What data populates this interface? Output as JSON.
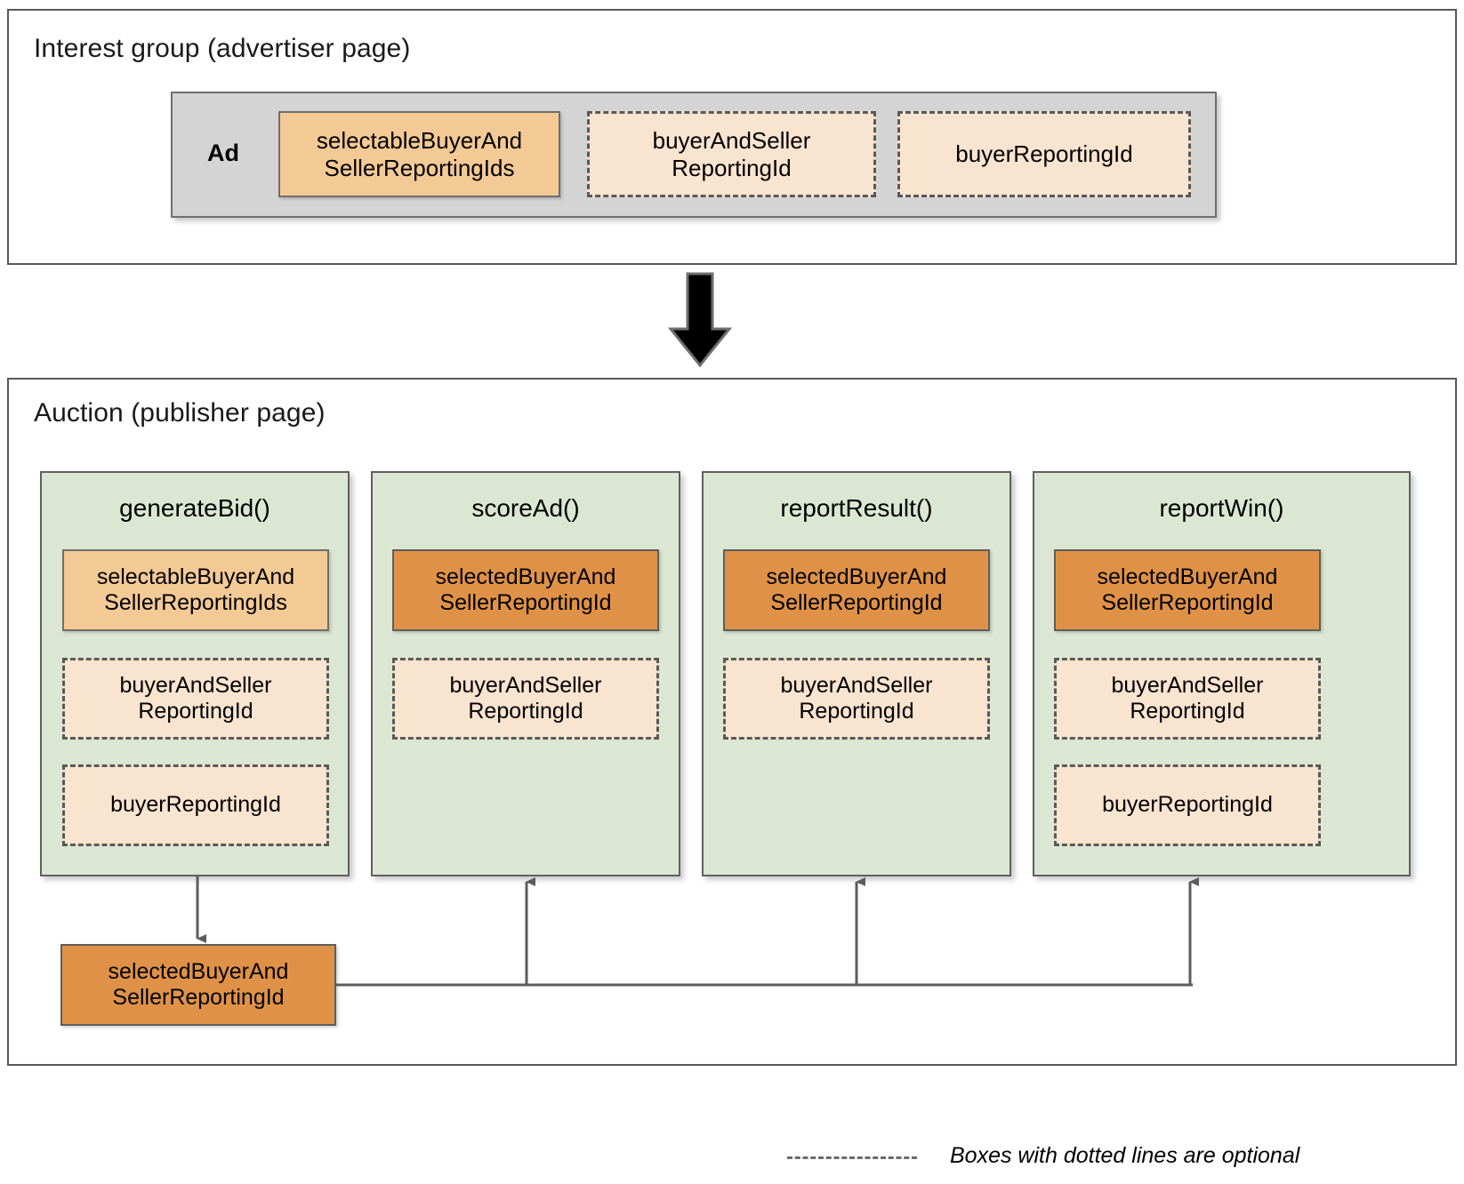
{
  "sections": [
    {
      "id": "interest-group",
      "title": "Interest group (advertiser page)",
      "ad_label": "Ad",
      "ad_items": [
        {
          "label": "selectableBuyerAnd\nSellerReportingIds",
          "style": "orange-light",
          "optional": false
        },
        {
          "label": "buyerAndSeller\nReportingId",
          "style": "peach-dashed",
          "optional": true
        },
        {
          "label": "buyerReportingId",
          "style": "peach-dashed",
          "optional": true
        }
      ]
    },
    {
      "id": "auction",
      "title": "Auction (publisher page)",
      "columns": [
        {
          "title": "generateBid()",
          "items": [
            {
              "label": "selectableBuyerAnd\nSellerReportingIds",
              "style": "orange-light",
              "optional": false
            },
            {
              "label": "buyerAndSeller\nReportingId",
              "style": "peach-dashed",
              "optional": true
            },
            {
              "label": "buyerReportingId",
              "style": "peach-dashed",
              "optional": true
            }
          ]
        },
        {
          "title": "scoreAd()",
          "items": [
            {
              "label": "selectedBuyerAnd\nSellerReportingId",
              "style": "orange-dark",
              "optional": false
            },
            {
              "label": "buyerAndSeller\nReportingId",
              "style": "peach-dashed",
              "optional": true
            }
          ]
        },
        {
          "title": "reportResult()",
          "items": [
            {
              "label": "selectedBuyerAnd\nSellerReportingId",
              "style": "orange-dark",
              "optional": false
            },
            {
              "label": "buyerAndSeller\nReportingId",
              "style": "peach-dashed",
              "optional": true
            }
          ]
        },
        {
          "title": "reportWin()",
          "items": [
            {
              "label": "selectedBuyerAnd\nSellerReportingId",
              "style": "orange-dark",
              "optional": false
            },
            {
              "label": "buyerAndSeller\nReportingId",
              "style": "peach-dashed",
              "optional": true
            },
            {
              "label": "buyerReportingId",
              "style": "peach-dashed",
              "optional": true
            }
          ]
        }
      ],
      "output_box": {
        "label": "selectedBuyerAnd\nSellerReportingId",
        "style": "orange-dark"
      }
    }
  ],
  "legend": {
    "text": "Boxes with dotted lines are optional"
  },
  "colors": {
    "orange_light": "#f3c995",
    "orange_dark": "#df9247",
    "peach": "#f9e4cf",
    "green": "#dbe7d2",
    "gray": "#d4d4d4",
    "stroke": "#595959",
    "arrow": "#000000"
  }
}
